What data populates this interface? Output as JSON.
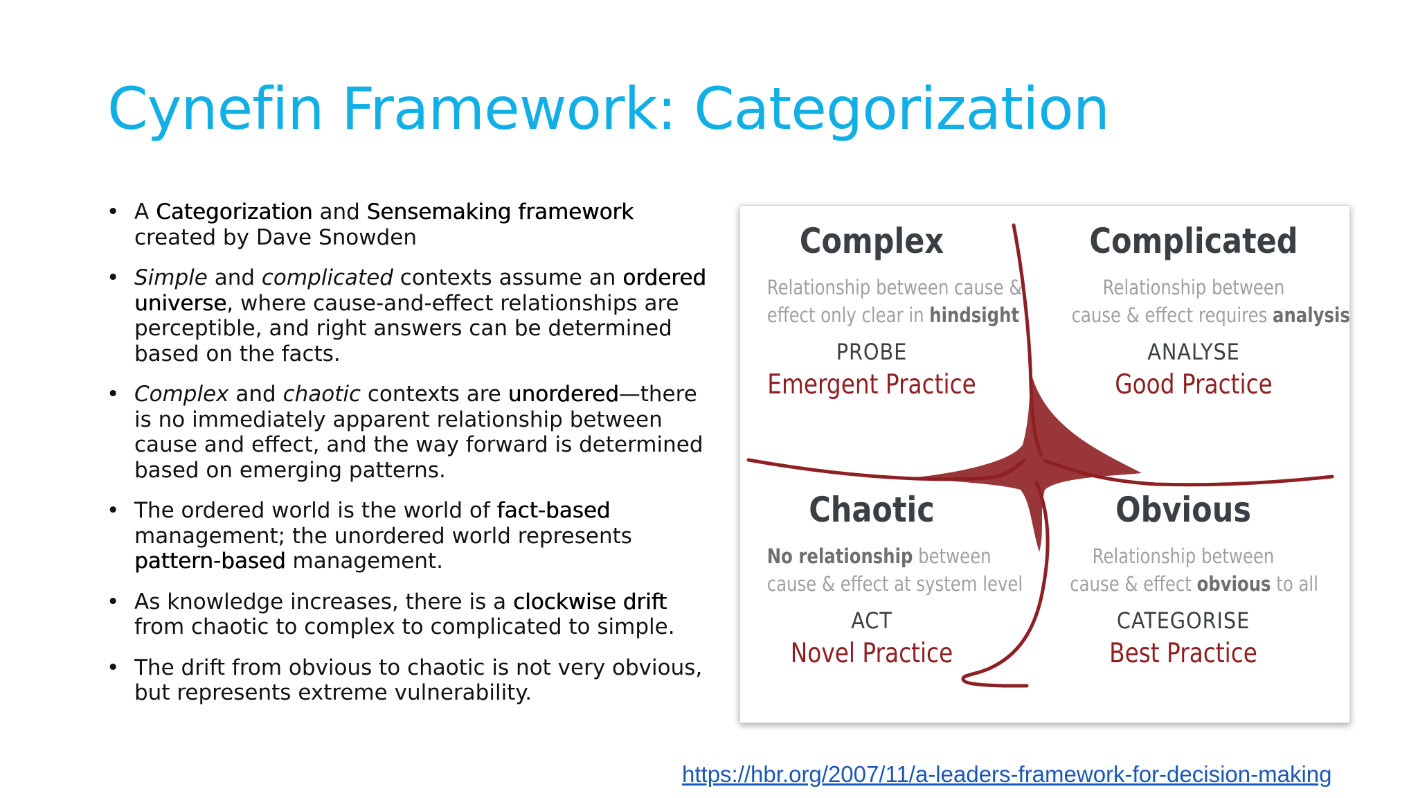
{
  "slide": {
    "title": "Cynefin Framework: Categorization",
    "bullets": [
      {
        "parts": [
          {
            "t": "A "
          },
          {
            "t": "Categorization",
            "b": true
          },
          {
            "t": " and "
          },
          {
            "t": "Sensemaking framework",
            "b": true
          },
          {
            "t": " created by Dave Snowden"
          }
        ]
      },
      {
        "parts": [
          {
            "t": "Simple",
            "i": true
          },
          {
            "t": " and "
          },
          {
            "t": "complicated",
            "i": true
          },
          {
            "t": " contexts assume an "
          },
          {
            "t": "ordered universe",
            "b": true
          },
          {
            "t": ", where cause-and-effect relationships are perceptible, and right answers can be determined based on the facts."
          }
        ]
      },
      {
        "parts": [
          {
            "t": "Complex",
            "i": true
          },
          {
            "t": " and "
          },
          {
            "t": "chaotic",
            "i": true
          },
          {
            "t": " contexts are "
          },
          {
            "t": "unordered",
            "b": true
          },
          {
            "t": "—there is no immediately apparent relationship between cause and effect, and the way forward is determined based on emerging patterns."
          }
        ]
      },
      {
        "parts": [
          {
            "t": "The ordered world is the world of "
          },
          {
            "t": "fact-based",
            "b": true
          },
          {
            "t": " management; the unordered world represents "
          },
          {
            "t": "pattern-based",
            "b": true
          },
          {
            "t": " management."
          }
        ]
      },
      {
        "parts": [
          {
            "t": "As knowledge increases, there is a "
          },
          {
            "t": "clockwise drift",
            "b": true
          },
          {
            "t": " from chaotic to complex to complicated to simple."
          }
        ]
      },
      {
        "parts": [
          {
            "t": "The drift from obvious to chaotic is not very obvious, but represents extreme vulnerability."
          }
        ]
      }
    ],
    "source_url": "https://hbr.org/2007/11/a-leaders-framework-for-decision-making"
  },
  "diagram": {
    "line_color": "#8e2024",
    "quadrants": {
      "complex": {
        "title": "Complex",
        "desc_line1": "Relationship between cause &",
        "desc_line2_pre": "effect only clear in ",
        "desc_line2_em": "hindsight",
        "action": "PROBE",
        "practice": "Emergent Practice"
      },
      "complicated": {
        "title": "Complicated",
        "desc_line1": "Relationship between",
        "desc_line2_pre": "cause & effect requires ",
        "desc_line2_em": "analysis",
        "action": "ANALYSE",
        "practice": "Good Practice"
      },
      "chaotic": {
        "title": "Chaotic",
        "desc_line1_em": "No relationship",
        "desc_line1_post": " between",
        "desc_line2": "cause & effect at system level",
        "action": "ACT",
        "practice": "Novel Practice"
      },
      "obvious": {
        "title": "Obvious",
        "desc_line1": "Relationship between",
        "desc_line2_pre": "cause & effect ",
        "desc_line2_em": "obvious",
        "desc_line2_post": " to all",
        "action": "CATEGORISE",
        "practice": "Best Practice"
      }
    }
  }
}
